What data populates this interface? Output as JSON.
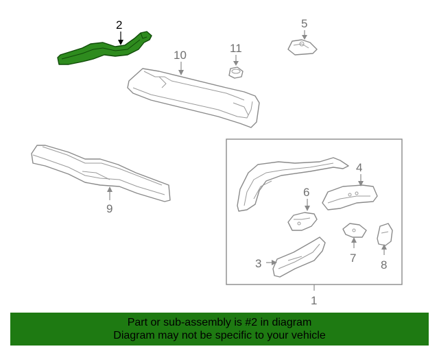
{
  "callouts": {
    "c1": "1",
    "c2": "2",
    "c3": "3",
    "c4": "4",
    "c5": "5",
    "c6": "6",
    "c7": "7",
    "c8": "8",
    "c9": "9",
    "c10": "10",
    "c11": "11"
  },
  "banner": {
    "line1": "Part or sub-assembly is #2 in diagram",
    "line2": "Diagram may not be specific to your vehicle"
  },
  "colors": {
    "highlight": "#2e8b1e",
    "banner_bg": "#1e7a12",
    "line": "#8a8a8a"
  }
}
